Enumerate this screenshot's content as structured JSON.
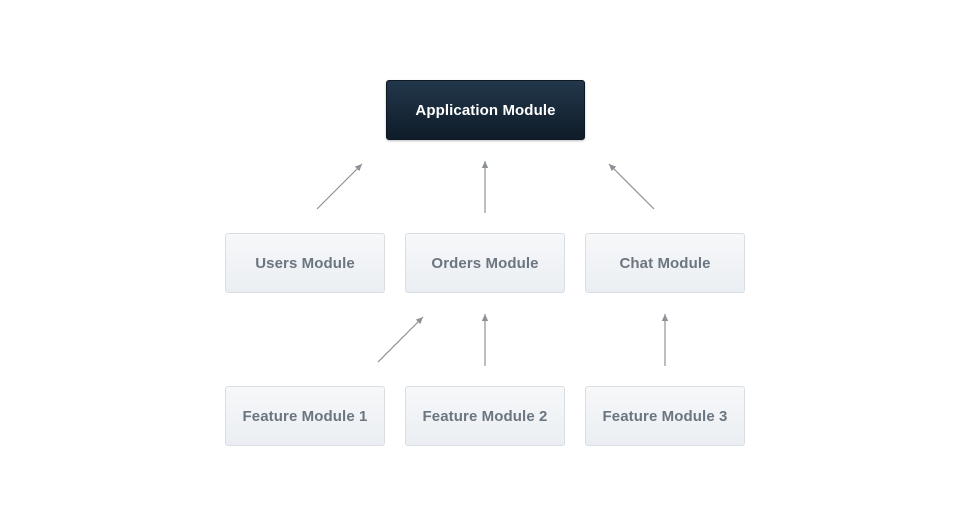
{
  "diagram": {
    "root": {
      "label": "Application Module"
    },
    "modules": {
      "users": {
        "label": "Users Module"
      },
      "orders": {
        "label": "Orders Module"
      },
      "chat": {
        "label": "Chat Module"
      }
    },
    "features": {
      "feature1": {
        "label": "Feature Module 1"
      },
      "feature2": {
        "label": "Feature Module 2"
      },
      "feature3": {
        "label": "Feature Module 3"
      }
    },
    "edges": [
      {
        "from": "Users Module",
        "to": "Application Module"
      },
      {
        "from": "Orders Module",
        "to": "Application Module"
      },
      {
        "from": "Chat Module",
        "to": "Application Module"
      },
      {
        "from": "Feature Module 1",
        "to": "Orders Module"
      },
      {
        "from": "Feature Module 2",
        "to": "Orders Module"
      },
      {
        "from": "Feature Module 3",
        "to": "Chat Module"
      }
    ],
    "colors": {
      "root_bg": "#1a2a3a",
      "root_text": "#ffffff",
      "node_bg": "#eff2f5",
      "node_border": "#d9dee3",
      "node_text": "#6c7680",
      "arrow": "#8c9298"
    }
  }
}
